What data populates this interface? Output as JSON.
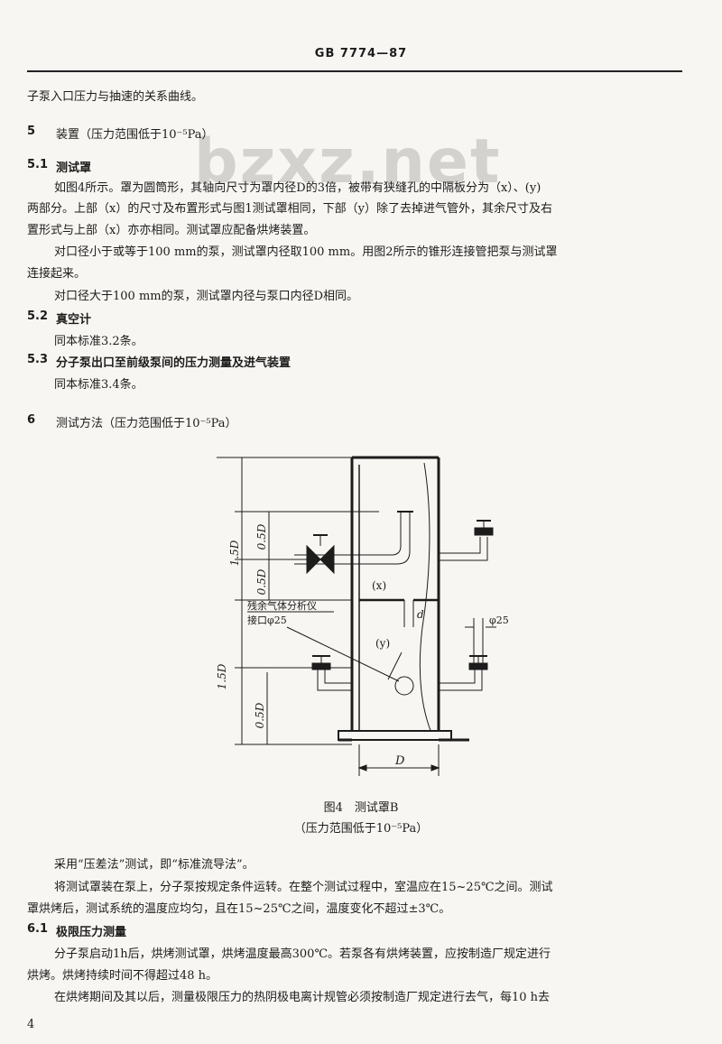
{
  "header": {
    "standard_no": "GB 7774—87"
  },
  "watermark": "bzxz.net",
  "lines": {
    "intro": "子泵入口压力与抽速的关系曲线。",
    "s5_num": "5",
    "s5_title": "装置（压力范围低于10⁻⁵Pa）",
    "s51_num": "5.1",
    "s51_title": "测试罩",
    "s51_p1a": "如图4所示。罩为圆筒形，其轴向尺寸为罩内径D的3倍，被带有狭缝孔的中隔板分为（x）、(y)",
    "s51_p1b": "两部分。上部（x）的尺寸及布置形式与图1测试罩相同，下部（y）除了去掉进气管外，其余尺寸及右",
    "s51_p1c": "置形式与上部（x）亦亦相同。测试罩应配备烘烤装置。",
    "s51_p2a": "对口径小于或等于100 mm的泵，测试罩内径取100 mm。用图2所示的锥形连接管把泵与测试罩",
    "s51_p2b": "连接起来。",
    "s51_p3": "对口径大于100 mm的泵，测试罩内径与泵口内径D相同。",
    "s52_num": "5.2",
    "s52_title": "真空计",
    "s52_p": "同本标准3.2条。",
    "s53_num": "5.3",
    "s53_title": "分子泵出口至前级泵间的压力测量及进气装置",
    "s53_p": "同本标准3.4条。",
    "s6_num": "6",
    "s6_title": "测试方法（压力范围低于10⁻⁵Pa）"
  },
  "figure": {
    "label_15d_top": "1.5D",
    "label_05d_upper": "0.5D",
    "label_05d_mid": "0.5D",
    "label_15d_bottom": "1.5D",
    "label_05d_bottom": "0.5D",
    "label_x": "(x)",
    "label_y": "(y)",
    "label_d_small": "d",
    "label_phi25": "φ25",
    "label_gas_analyzer_1": "残余气体分析仪",
    "label_gas_analyzer_2": "接口φ25",
    "label_D": "D",
    "caption_1": "图4　测试罩B",
    "caption_2": "（压力范围低于10⁻⁵Pa）"
  },
  "after": {
    "p1": "采用“压差法”测试，即“标准流导法”。",
    "p2a": "将测试罩装在泵上，分子泵按规定条件运转。在整个测试过程中，室温应在15~25℃之间。测试",
    "p2b": "罩烘烤后，测试系统的温度应均匀，且在15~25℃之间，温度变化不超过±3℃。",
    "s61_num": "6.1",
    "s61_title": "极限压力测量",
    "p3a": "分子泵启动1h后，烘烤测试罩，烘烤温度最高300℃。若泵各有烘烤装置，应按制造厂规定进行",
    "p3b": "烘烤。烘烤持续时间不得超过48 h。",
    "p4": "在烘烤期间及其以后，测量极限压力的热阴极电离计规管必须按制造厂规定进行去气，每10 h去"
  },
  "page_number": "4"
}
